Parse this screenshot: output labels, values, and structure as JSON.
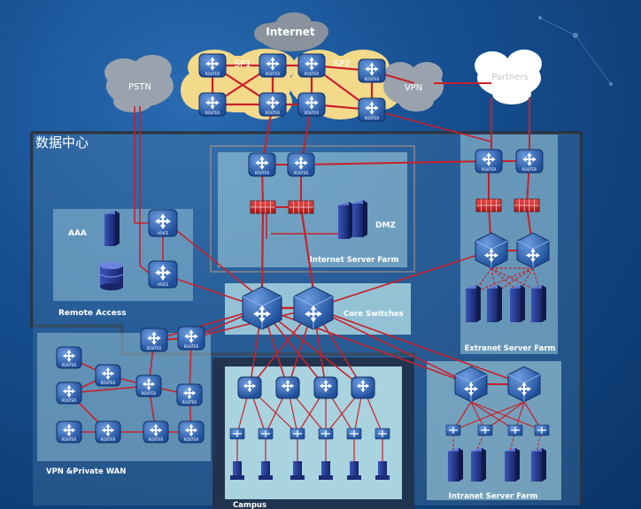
{
  "clouds": {
    "internet": "Internet",
    "pstn": "PSTN",
    "sp1": "SP1",
    "sp2": "SP2",
    "vpn": "VPN",
    "partners": "Partners"
  },
  "device_text": {
    "router": "ROUTER",
    "voice": "VOICE"
  },
  "zones": {
    "data_center": "数据中心",
    "internet_server_farm": "Internet Server Farm",
    "dmz": "DMZ",
    "aaa": "AAA",
    "remote_access": "Remote Access",
    "core_switches": "Core Switches",
    "extranet_server_farm": "Extranet Server Farm",
    "vpn_private_wan": "VPN &Private WAN",
    "campus": "Campus",
    "intranet_server_farm": "Intranet Server Farm"
  },
  "colors": {
    "link": "#c8202a",
    "router_blue": "#2c5aa8",
    "firewall_red": "#d42a2a",
    "zone_fill": "#a8d3df",
    "cloud_gray": "#9aa3ad",
    "sp_cloud": "#f3d98a"
  },
  "icons": [
    "router-icon",
    "voice-router-icon",
    "firewall-icon",
    "layer3-switch-icon",
    "server-icon",
    "database-icon",
    "hub-icon",
    "workstation-icon",
    "cloud-icon"
  ]
}
